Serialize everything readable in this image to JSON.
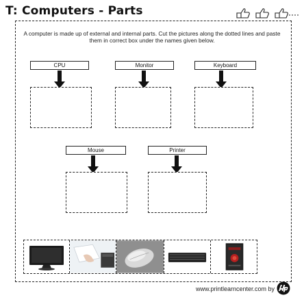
{
  "title": "T: Computers - Parts",
  "instructions": "A computer is made up of external and internal parts. Cut the pictures along the dotted lines and paste them in correct box under the names given below.",
  "parts": [
    {
      "label": "CPU"
    },
    {
      "label": "Monitor"
    },
    {
      "label": "Keyboard"
    },
    {
      "label": "Mouse"
    },
    {
      "label": "Printer"
    }
  ],
  "pictures": [
    {
      "icon": "monitor-picture"
    },
    {
      "icon": "printer-picture"
    },
    {
      "icon": "mouse-picture"
    },
    {
      "icon": "keyboard-picture"
    },
    {
      "icon": "cpu-tower-picture"
    }
  ],
  "footer": {
    "site": "www.printlearncenter.com by",
    "logo_icon": "hp-logo-icon"
  },
  "header_icons": [
    "thumbs-up-icon",
    "thumbs-up-icon",
    "thumbs-up-icon"
  ]
}
